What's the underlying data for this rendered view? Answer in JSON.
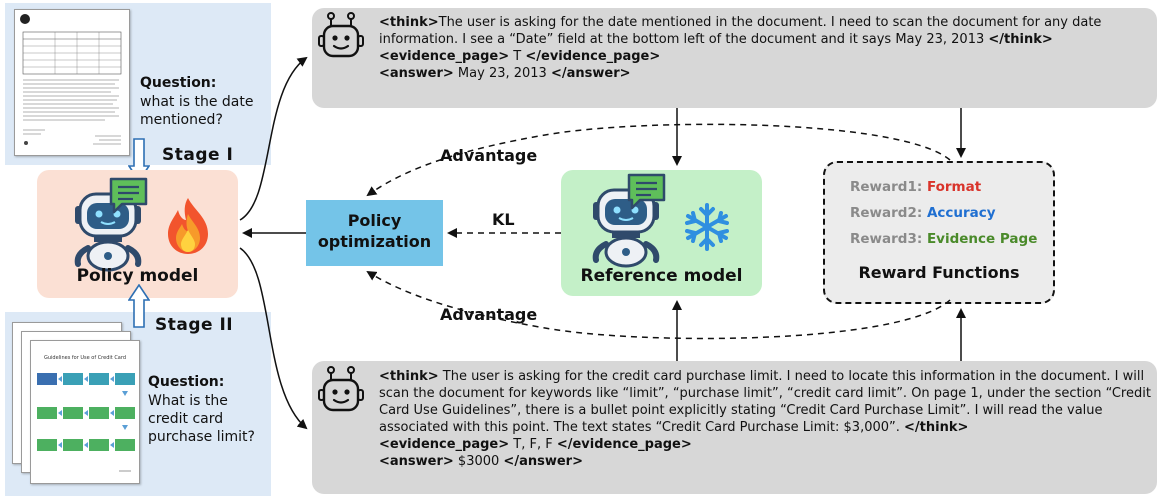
{
  "stage1": {
    "label": "Stage I",
    "question_label": "Question:",
    "question_text": "what is  the date mentioned?"
  },
  "stage2": {
    "label": "Stage II",
    "question_label": "Question:",
    "question_text": "What is the credit card purchase limit?",
    "doc_title": "Guidelines for Use of Credit Card"
  },
  "policy_model": {
    "label": "Policy model"
  },
  "policy_optimization": {
    "label_line1": "Policy",
    "label_line2": "optimization"
  },
  "reference_model": {
    "label": "Reference model"
  },
  "reward_functions": {
    "title": "Reward Functions",
    "items": [
      {
        "key": "Reward1:",
        "value": "Format",
        "color": "#d9342b"
      },
      {
        "key": "Reward2:",
        "value": "Accuracy",
        "color": "#1f6fd1"
      },
      {
        "key": "Reward3:",
        "value": "Evidence Page",
        "color": "#4a8a2a"
      }
    ]
  },
  "edges": {
    "advantage_top": "Advantage",
    "advantage_bottom": "Advantage",
    "kl": "KL"
  },
  "top_response": {
    "think_open": "<think>",
    "think_text": "The user is asking for the date mentioned in the document. I need to scan the document for any date information. I see a “Date” field at the bottom left of the document and it says May 23, 2013",
    "think_close": "</think>",
    "evidence_open": "<evidence_page>",
    "evidence_value": " T ",
    "evidence_close": "</evidence_page>",
    "answer_open": "<answer>",
    "answer_value": " May 23, 2013 ",
    "answer_close": "</answer>"
  },
  "bottom_response": {
    "think_open": "<think>",
    "think_text": " The user is asking for the credit card purchase limit. I need to locate this information in the document. I will scan the document for keywords like “limit”, “purchase limit”, “credit card limit”. On page 1, under the section “Credit Card Use Guidelines”, there is a bullet point explicitly stating “Credit Card Purchase Limit”. I will read the value associated with this point. The text states “Credit Card Purchase Limit: $3,000”. ",
    "think_close": "</think>",
    "evidence_open": "<evidence_page>",
    "evidence_value": " T, F, F ",
    "evidence_close": "</evidence_page>",
    "answer_open": "<answer>",
    "answer_value": " $3000 ",
    "answer_close": "</answer>"
  },
  "colors": {
    "stage_panel": "#dde9f6",
    "policy_model_bg": "#fbe0d4",
    "policy_opt_bg": "#74c4e8",
    "reference_bg": "#c4f0c8",
    "response_bg": "#d7d7d7"
  },
  "icons": [
    "robot-icon",
    "chat-bubble-icon",
    "fire-icon",
    "snowflake-icon",
    "robot-face-icon"
  ]
}
